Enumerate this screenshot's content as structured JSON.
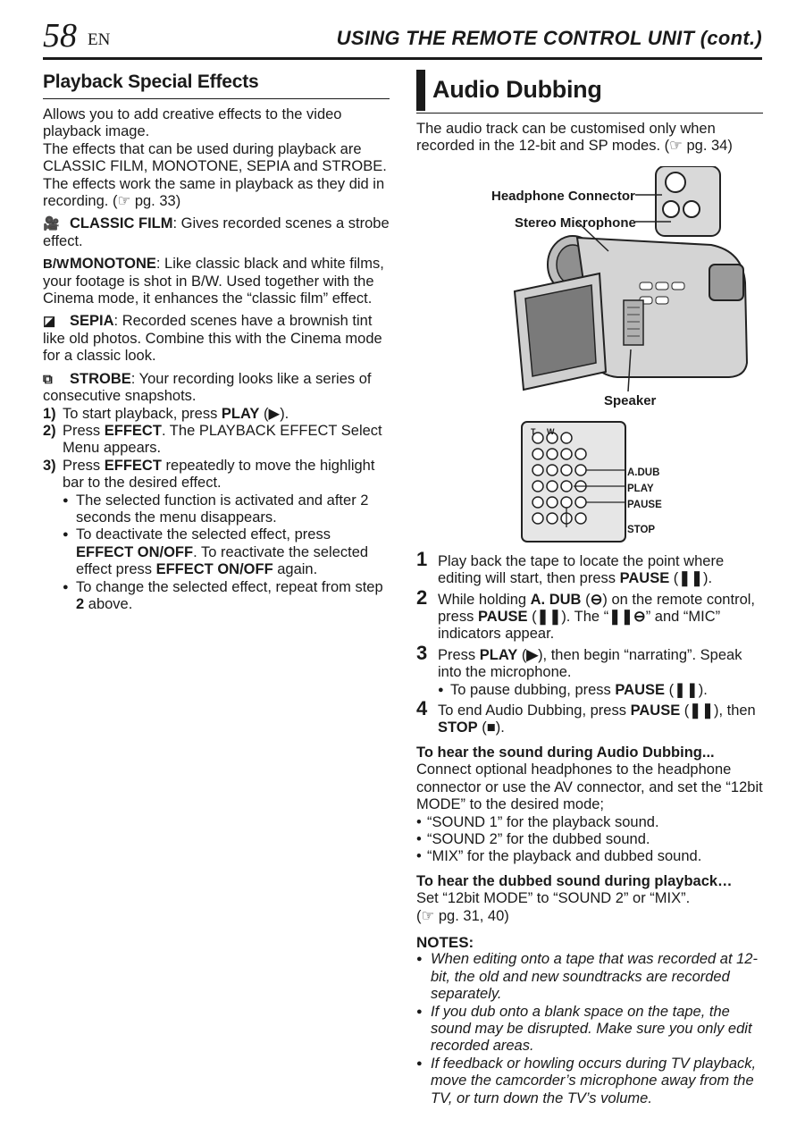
{
  "header": {
    "page_number": "58",
    "lang": "EN",
    "title": "USING THE REMOTE CONTROL UNIT (cont.)"
  },
  "left": {
    "title": "Playback Special Effects",
    "intro": [
      "Allows you to add creative effects to the video playback image.",
      "The effects that can be used during playback are CLASSIC FILM, MONOTONE, SEPIA and STROBE. The effects work the same in playback as they did in recording. (☞ pg. 33)"
    ],
    "effects": [
      {
        "icon": "film-camera-icon",
        "glyph": "🎥",
        "name": "CLASSIC FILM",
        "desc": ": Gives recorded scenes a strobe effect."
      },
      {
        "icon": "bw-icon",
        "glyph": "B/W",
        "name": "MONOTONE",
        "desc": ": Like classic black and white films, your footage is shot in B/W. Used together with the Cinema mode, it enhances the “classic film” effect."
      },
      {
        "icon": "sepia-icon",
        "glyph": "◪",
        "name": "SEPIA",
        "desc": ": Recorded scenes have a brownish tint like old photos. Combine this with the Cinema mode for a classic look."
      },
      {
        "icon": "strobe-icon",
        "glyph": "⧉",
        "name": "STROBE",
        "desc": ": Your recording looks like a series of consecutive snapshots."
      }
    ],
    "steps": [
      {
        "n": "1)",
        "pre": "To start playback, press ",
        "bold": "PLAY",
        "post": " (▶)."
      },
      {
        "n": "2)",
        "pre": "Press ",
        "bold": "EFFECT",
        "post": ". The PLAYBACK EFFECT Select Menu appears."
      },
      {
        "n": "3)",
        "pre": "Press ",
        "bold": "EFFECT",
        "post": " repeatedly to move the highlight bar to the desired effect."
      }
    ],
    "subs": {
      "a": "The selected function is activated and after 2 seconds the menu disappears.",
      "b_pre": "To deactivate the selected effect, press ",
      "b_bold1": "EFFECT ON/OFF",
      "b_mid": ". To reactivate the selected effect press ",
      "b_bold2": "EFFECT ON/OFF",
      "b_post": " again.",
      "c_pre": "To change the selected effect, repeat from step ",
      "c_bold": "2",
      "c_post": " above."
    }
  },
  "right": {
    "title": "Audio Dubbing",
    "intro": "The audio track can be customised only when recorded in the 12-bit and SP modes. (☞ pg. 34)",
    "diagram_labels": {
      "headphone": "Headphone Connector",
      "stereo_mic": "Stereo Microphone",
      "speaker": "Speaker"
    },
    "remote_labels": {
      "adub": "A.DUB",
      "play": "PLAY",
      "pause": "PAUSE",
      "stop": "STOP",
      "t": "T",
      "w": "W"
    },
    "steps": [
      {
        "n": "1",
        "html": "Play back the tape to locate the point where editing will start, then press <b>PAUSE</b> (<b>❚❚</b>)."
      },
      {
        "n": "2",
        "html": "While holding <b>A. DUB</b> (<b>⊖</b>) on the remote control, press <b>PAUSE</b> (<b>❚❚</b>). The “<b>❚❚⊖</b>” and “MIC” indicators appear."
      },
      {
        "n": "3",
        "html": "Press <b>PLAY</b> (<b>▶</b>), then begin “narrating”. Speak into the microphone."
      },
      {
        "n": "4",
        "html": "To end Audio Dubbing, press <b>PAUSE</b> (<b>❚❚</b>), then <b>STOP</b> (<b>■</b>)."
      }
    ],
    "step3_sub_pre": "To pause dubbing, press ",
    "step3_sub_bold": "PAUSE",
    "step3_sub_post": " (❚❚).",
    "hear1": {
      "title": "To hear the sound during Audio Dubbing...",
      "text": "Connect optional headphones to the headphone connector or use the AV connector, and set the “12bit MODE” to the desired mode;",
      "bullets": [
        "“SOUND 1” for the playback sound.",
        "“SOUND 2” for the dubbed sound.",
        "“MIX” for the playback and dubbed sound."
      ]
    },
    "hear2": {
      "title": "To hear the dubbed sound during playback…",
      "text1": "Set “12bit MODE” to “SOUND 2” or “MIX”.",
      "text2": "(☞ pg. 31, 40)"
    },
    "notes_title": "NOTES:",
    "notes": [
      "When editing onto a tape that was recorded at 12-bit, the old and new soundtracks are recorded separately.",
      "If you dub onto a blank space on the tape, the sound may be disrupted. Make sure you only edit recorded areas.",
      "If feedback or howling occurs during TV playback, move the camcorder’s microphone away from the TV, or turn down the TV’s volume."
    ]
  }
}
